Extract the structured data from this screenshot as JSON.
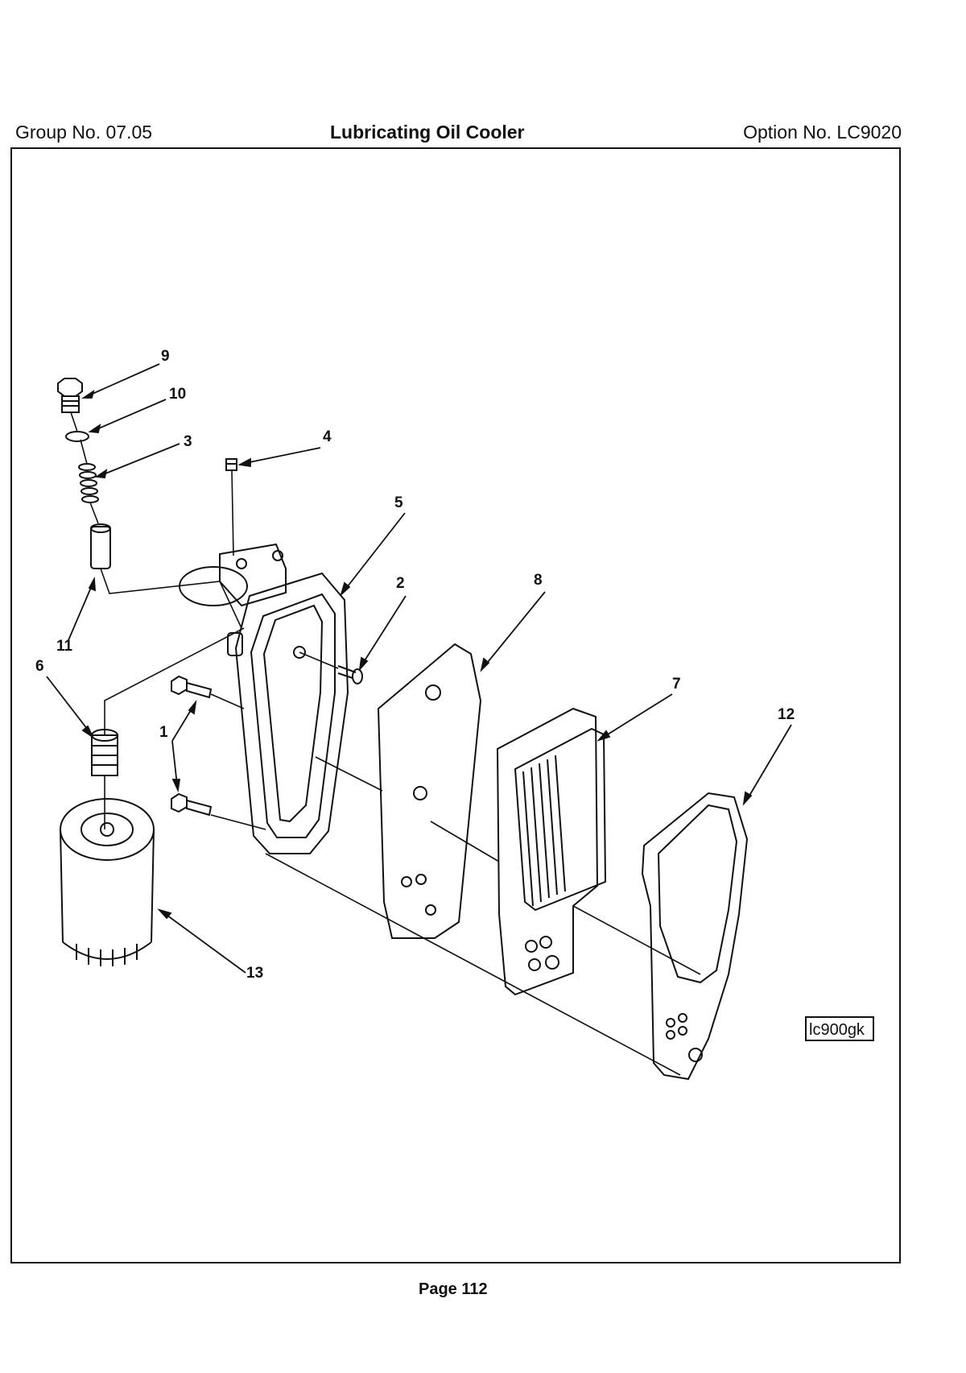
{
  "header": {
    "group_no": "Group No. 07.05",
    "title": "Lubricating Oil Cooler",
    "option_no": "Option No. LC9020"
  },
  "figure_id": "lc900gk",
  "callouts": [
    "1",
    "2",
    "3",
    "4",
    "5",
    "6",
    "7",
    "8",
    "9",
    "10",
    "11",
    "12",
    "13"
  ],
  "footer": {
    "page": "Page 112"
  }
}
